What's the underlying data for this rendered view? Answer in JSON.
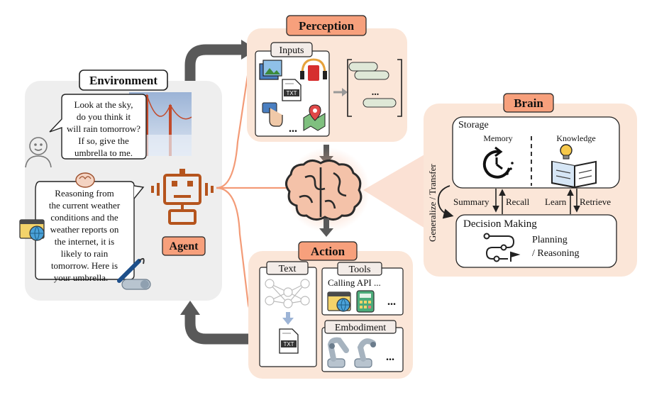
{
  "environment": {
    "title": "Environment",
    "human_bubble": [
      "Look at the sky,",
      "do you think it",
      "will rain tomorrow?",
      "If so, give the",
      "umbrella to me."
    ],
    "agent_bubble": [
      "Reasoning from",
      "the current weather",
      "conditions and the",
      "weather reports on",
      "the internet, it is",
      "likely to rain",
      "tomorrow. Here is",
      "your umbrella."
    ]
  },
  "agent": {
    "label": "Agent"
  },
  "perception": {
    "title": "Perception",
    "inputs_label": "Inputs",
    "file_label": "TXT",
    "ellipsis": "...",
    "vector_ellipsis": "..."
  },
  "brain": {
    "title": "Brain",
    "storage_label": "Storage",
    "memory_label": "Memory",
    "knowledge_label": "Knowledge",
    "generalize_label": "Generalize / Transfer",
    "summary_label": "Summary",
    "recall_label": "Recall",
    "learn_label": "Learn",
    "retrieve_label": "Retrieve",
    "decision_label": "Decision Making",
    "planning_label": "Planning",
    "reasoning_label": "/ Reasoning"
  },
  "action": {
    "title": "Action",
    "text_label": "Text",
    "tools_label": "Tools",
    "calling_api": "Calling API ...",
    "tools_ellipsis": "...",
    "embodiment_label": "Embodiment",
    "embodiment_ellipsis": "...",
    "file_label": "TXT"
  },
  "colors": {
    "panel_peach": "#fbe6d8",
    "title_orange": "#f7a07c",
    "agent_brown": "#b5541d",
    "env_gray": "#eeeeee",
    "arrow_gray": "#595959"
  }
}
